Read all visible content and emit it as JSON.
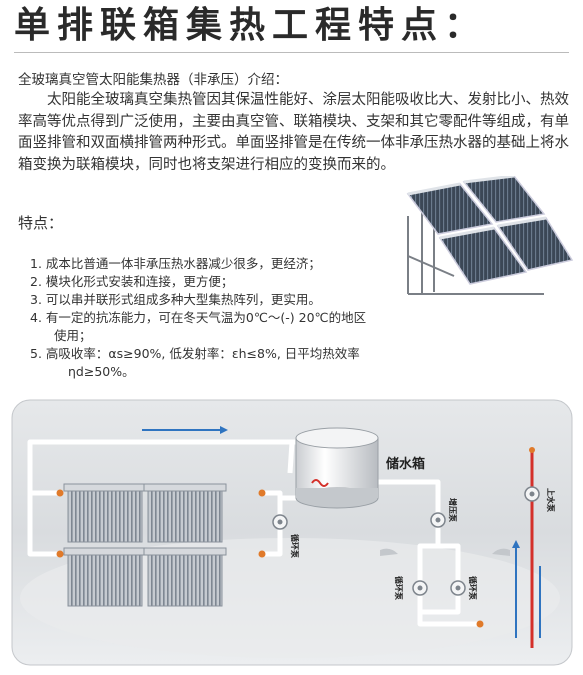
{
  "title": "单排联箱集热工程特点：",
  "intro": {
    "heading": "全玻璃真空管太阳能集热器（非承压）介绍：",
    "paragraph": "太阳能全玻璃真空集热管因其保温性能好、涂层太阳能吸收比大、发射比小、热效率高等优点得到广泛使用，主要由真空管、联箱模块、支架和其它零配件等组成，有单面竖排管和双面横排管两种形式。单面竖排管是在传统一体非承压热水器的基础上将水箱变换为联箱模块，同时也将支架进行相应的变换而来的。"
  },
  "features": {
    "heading": "特点：",
    "items": [
      "1. 成本比普通一体非承压热水器减少很多，更经济；",
      "2. 模块化形式安装和连接，更方便；",
      "3. 可以串并联形式组成多种大型集热阵列，更实用。",
      "4. 有一定的抗冻能力，可在冬天气温为0℃～(-) 20℃的地区",
      "使用；",
      "5. 高吸收率：αs≥90%, 低发射率：εh≤8%, 日平均热效率",
      "ηd≥50%。"
    ]
  },
  "diagram": {
    "tank_label": "储水箱",
    "pump_circulation_left": "循环泵",
    "pump_booster": "增压泵",
    "pump_circulation_bottom_left": "循环泵",
    "pump_circulation_bottom_right": "循环泵",
    "pump_supply": "上水泵"
  },
  "colors": {
    "pipe_red": "#d4302a",
    "flow_blue": "#2f74c0",
    "joint_orange": "#e07a2a",
    "pipe_white": "#ffffff"
  }
}
